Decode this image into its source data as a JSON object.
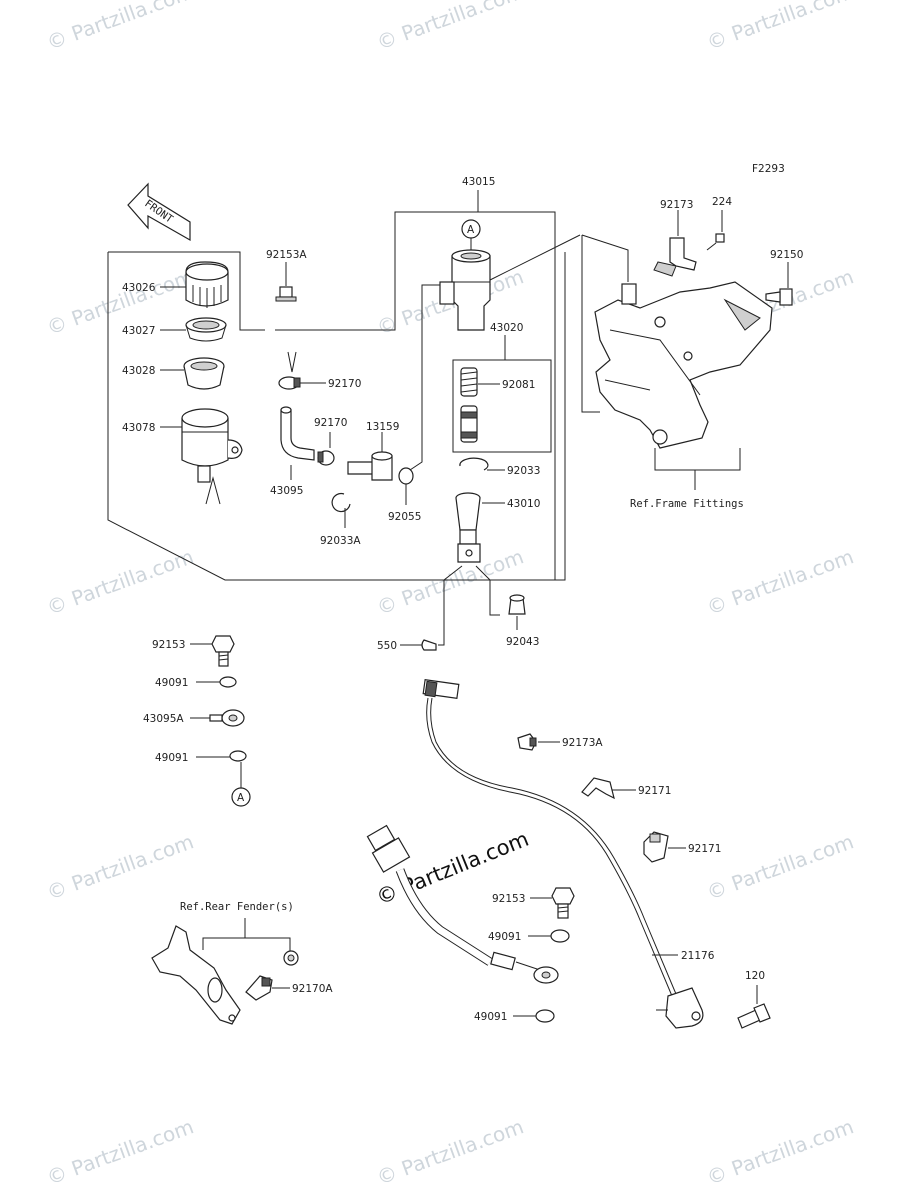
{
  "diagram": {
    "figure_code": "F2293",
    "front_label": "FRONT",
    "watermark_text": "© Partzilla.com",
    "ref_frame": "Ref.Frame Fittings",
    "ref_fender": "Ref.Rear Fender(s)",
    "circle_marker": "A",
    "parts": {
      "p43015": "43015",
      "p43026": "43026",
      "p43027": "43027",
      "p43028": "43028",
      "p43078": "43078",
      "p92153A": "92153A",
      "p92170a": "92170",
      "p92170b": "92170",
      "p43095": "43095",
      "p13159": "13159",
      "p92033A": "92033A",
      "p92055": "92055",
      "p43020": "43020",
      "p92081": "92081",
      "p92033": "92033",
      "p43010": "43010",
      "p92043": "92043",
      "p550": "550",
      "p92173": "92173",
      "p224": "224",
      "p92150": "92150",
      "p92153a": "92153",
      "p49091a": "49091",
      "p43095A": "43095A",
      "p49091b": "49091",
      "p92173A": "92173A",
      "p92171a": "92171",
      "p92171b": "92171",
      "p92153b": "92153",
      "p49091c": "49091",
      "p21176": "21176",
      "p49091d": "49091",
      "p120": "120",
      "p92170A": "92170A"
    }
  }
}
